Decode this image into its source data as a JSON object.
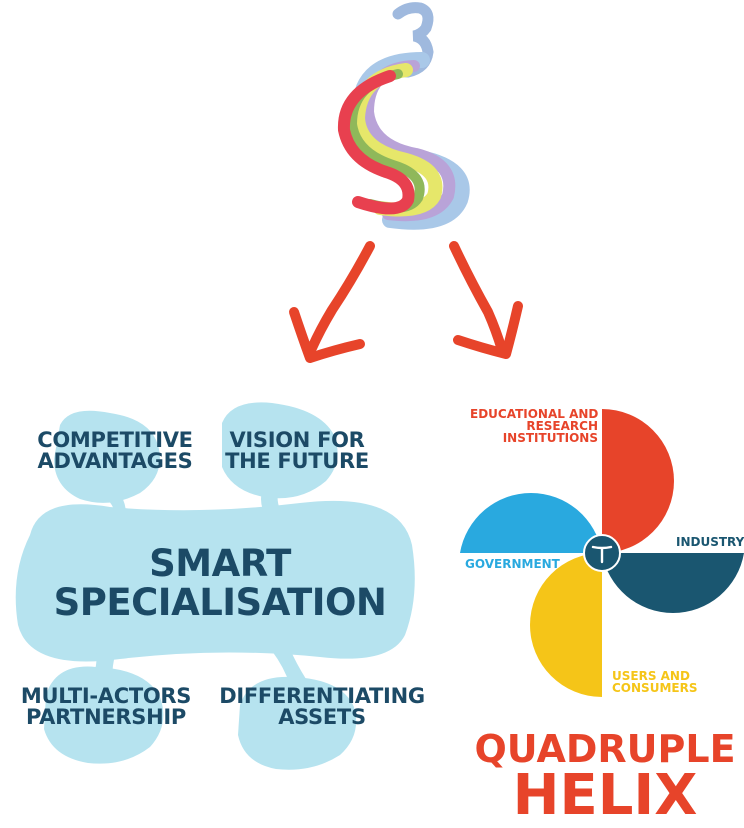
{
  "logo": {
    "superscript": "3",
    "colors": [
      "#e8404f",
      "#8fb85a",
      "#e6e76a",
      "#b9a3d8",
      "#a9c8e8"
    ]
  },
  "arrows": {
    "color": "#e7442a"
  },
  "smart_specialisation": {
    "title_line1": "SMART",
    "title_line2": "SPECIALISATION",
    "blob_color": "#b6e3ef",
    "nodes": {
      "top_left": [
        "COMPETITIVE",
        "ADVANTAGES"
      ],
      "top_right": [
        "VISION FOR",
        "THE FUTURE"
      ],
      "bottom_left": [
        "MULTI-ACTORS",
        "PARTNERSHIP"
      ],
      "bottom_right": [
        "DIFFERENTIATING",
        "ASSETS"
      ]
    }
  },
  "quadruple_helix": {
    "labels": {
      "education": [
        "EDUCATIONAL AND",
        "RESEARCH",
        "INSTITUTIONS"
      ],
      "industry": "INDUSTRY",
      "government": "GOVERNMENT",
      "users": [
        "USERS AND",
        "CONSUMERS"
      ]
    },
    "colors": {
      "education": "#e7442a",
      "industry": "#1a5670",
      "government": "#29a9df",
      "users": "#f5c518",
      "center": "#1a5670"
    },
    "center_icon": "helix-y-icon",
    "title_line1": "QUADRUPLE",
    "title_line2": "HELIX"
  }
}
